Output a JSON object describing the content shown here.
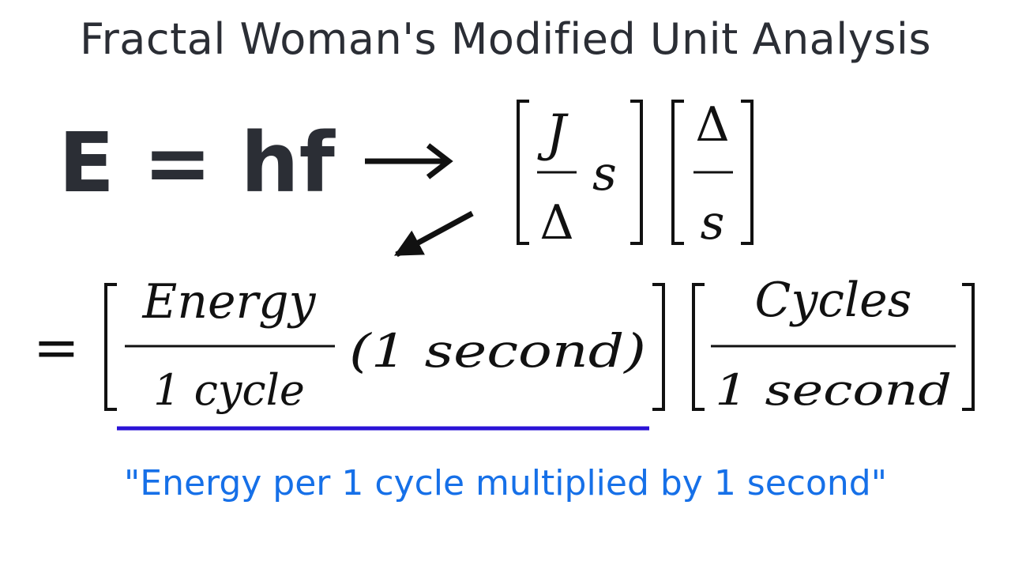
{
  "title": "Fractal Woman's Modified Unit Analysis",
  "equation": {
    "lhs": "E = hf",
    "bracket1": {
      "numerator": "J",
      "denominator": "Δ",
      "factor": "s"
    },
    "bracket2": {
      "numerator": "Δ",
      "denominator": "s"
    }
  },
  "expansion": {
    "equals": "=",
    "bracket1": {
      "numerator": "Energy",
      "denominator": "1 cycle",
      "factor": "(1 second)"
    },
    "bracket2": {
      "numerator": "Cycles",
      "denominator": "1 second"
    }
  },
  "caption": "\"Energy per 1 cycle multiplied by 1 second\"",
  "colors": {
    "title": "#2b2e35",
    "caption": "#1670e8",
    "underline": "#2a12d6",
    "ink": "#111111"
  }
}
